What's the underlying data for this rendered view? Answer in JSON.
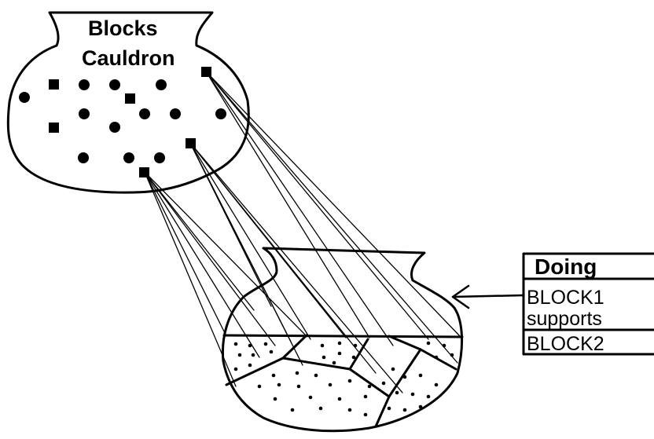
{
  "cauldron": {
    "label_line1": "Blocks",
    "label_line2": "Cauldron"
  },
  "doing_box": {
    "title": "Doing",
    "line1": "BLOCK1",
    "line2": "supports",
    "line3": "BLOCK2"
  },
  "colors": {
    "ink": "#000000",
    "background": "#ffffff"
  }
}
